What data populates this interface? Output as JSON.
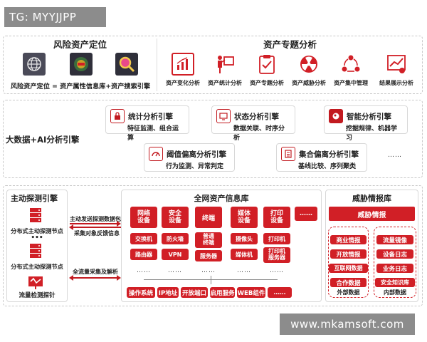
{
  "watermarks": {
    "top_left": "TG: MYYJJPP",
    "bottom_right": "www.mkamsoft.com"
  },
  "risk": {
    "title": "风险资产定位",
    "formula": "风险资产定位 = 资产属性信息库+资产搜索引擎",
    "icons": [
      "globe-icon",
      "database-logo-icon",
      "magnifier-icon"
    ]
  },
  "topics": {
    "title": "资产专题分析",
    "items": [
      {
        "label": "资产变化分析",
        "icon": "bar-chart-icon"
      },
      {
        "label": "资产统计分析",
        "icon": "presenter-icon"
      },
      {
        "label": "资产专题分析",
        "icon": "clipboard-icon"
      },
      {
        "label": "资产威胁分析",
        "icon": "radiation-icon"
      },
      {
        "label": "资产集中管理",
        "icon": "cycle-icon"
      },
      {
        "label": "结果展示分析",
        "icon": "trend-chart-icon"
      }
    ]
  },
  "bigdata": {
    "title": "大数据+AI分析引擎",
    "engines": [
      {
        "title": "统计分析引擎",
        "sub": "特征监测、组合运算",
        "icon": "lock-icon"
      },
      {
        "title": "状态分析引擎",
        "sub": "数据关联、时序分析",
        "icon": "monitor-icon"
      },
      {
        "title": "智能分析引擎",
        "sub": "挖掘规律、机器学习",
        "icon": "brain-icon"
      },
      {
        "title": "阈值偏离分析引擎",
        "sub": "行为监测、异常判定",
        "icon": "gauge-icon"
      },
      {
        "title": "集合偏离分析引擎",
        "sub": "基线比较、序列聚类",
        "icon": "checklist-icon"
      }
    ],
    "more": "……"
  },
  "probe": {
    "title": "主动探测引擎",
    "node1": "分布式主动探测节点",
    "dots": "•••",
    "node2": "分布式主动探测节点",
    "probe": "流量检测探针"
  },
  "arrows": {
    "a1": "主动发送探测数据包",
    "a2": "采集对象反馈信息",
    "a3": "全流量采集及解析"
  },
  "assets": {
    "title": "全网资产信息库",
    "categories": [
      {
        "label": "网络\n设备",
        "items": [
          "交换机",
          "路由器"
        ]
      },
      {
        "label": "安全\n设备",
        "items": [
          "防火墙",
          "VPN"
        ]
      },
      {
        "label": "终端",
        "items": [
          "普通\n终端",
          "服务器"
        ]
      },
      {
        "label": "媒体\n设备",
        "items": [
          "摄像头",
          "媒体机"
        ]
      },
      {
        "label": "打印\n设备",
        "items": [
          "打印机",
          "打印机\n服务器"
        ]
      }
    ],
    "more_top": "……",
    "ellipsis": "……",
    "bottom_tags": [
      "操作系统",
      "IP地址",
      "开放端口",
      "启用服务",
      "WEB组件",
      "……"
    ]
  },
  "threat": {
    "title": "威胁情报库",
    "header": "威胁情报",
    "left": [
      "商业情报",
      "开放情报",
      "互联网数据",
      "合作数据"
    ],
    "left_caption": "外部数据",
    "right": [
      "流量镜像",
      "设备日志",
      "业务日志",
      "安全知识库"
    ],
    "right_caption": "内部数据"
  },
  "colors": {
    "accent": "#d11f26",
    "border": "#c9c9c9"
  }
}
